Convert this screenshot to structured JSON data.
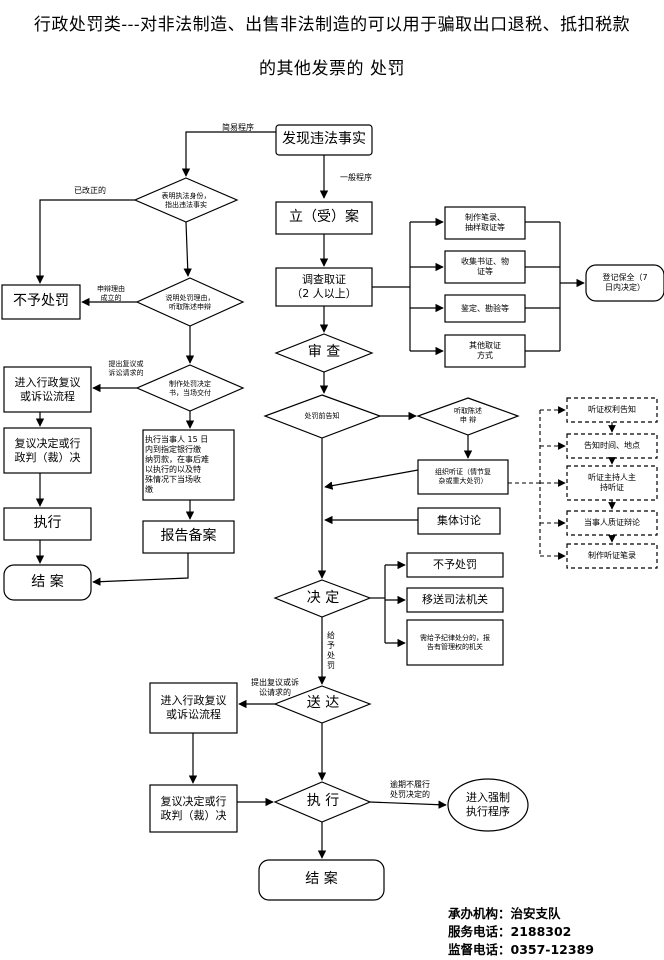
{
  "title": {
    "line1": "行政处罚类---对非法制造、出售非法制造的可以用于骗取出口退税、抵扣税款",
    "line2": "的其他发票的 处罚"
  },
  "nodes": {
    "discover": "发现违法事实",
    "simple_label": "简易程序",
    "normal_label": "一般程序",
    "check_diamond": "表明执法身份，\n指出违法事实",
    "corrected": "已改正的",
    "no_penalty_left": "不予处罚",
    "reason_label": "申辩理由\n成立的",
    "explain_diamond": "说明处罚理由，\n听取陈述申辩",
    "reconsider_label1": "提出复议或\n诉讼请求的",
    "decide_diamond": "制作处罚决定\n书，当场交付",
    "enter_review1": "进入行政复议\n或诉讼流程",
    "review_decision1": "复议决定或行\n政判（裁）决",
    "execute1": "执行",
    "close1": "结  案",
    "pay_text": "执行当事人 15 日\n内到指定银行缴\n纳罚款，在事后难\n以执行的以及特\n殊情况下当场收\n缴",
    "report": "报告备案",
    "file_case": "立（受）案",
    "investigate": "调查取证\n（2 人以上）",
    "evidence1": "制作笔录、\n抽样取证等",
    "evidence2": "收集书证、物\n证等",
    "evidence3": "鉴定、勘验等",
    "evidence4": "其他取证\n方式",
    "register": "登记保全（7\n日内决定）",
    "review": "审  查",
    "notice": "处罚前告知",
    "hear": "听取陈述\n申  辩",
    "hearing": "组织听证（情节复\n杂或重大处罚）",
    "collective": "集体讨论",
    "h1": "听证权利告知",
    "h2": "告知时间、地点",
    "h3": "听证主持人主\n持听证",
    "h4": "当事人质证辩论",
    "h5": "制作听证笔录",
    "decide": "决  定",
    "no_penalty_right": "不予处罚",
    "transfer": "移送司法机关",
    "discipline": "需给予纪律处分的，报\n告有管理权的机关",
    "give_penalty": "给\n予\n处\n罚",
    "reconsider_label2": "提出复议或诉\n讼请求的",
    "enter_review2": "进入行政复议\n或诉讼流程",
    "deliver": "送  达",
    "review_decision2": "复议决定或行\n政判（裁）决",
    "execute2": "执  行",
    "overdue": "逾期不履行\n处罚决定的",
    "force": "进入强制\n执行程序",
    "close2": "结  案"
  },
  "footer": {
    "org": "承办机构：治安支队",
    "service_phone": "服务电话：2188302",
    "supervise_phone": "监督电话：0357-12389"
  }
}
